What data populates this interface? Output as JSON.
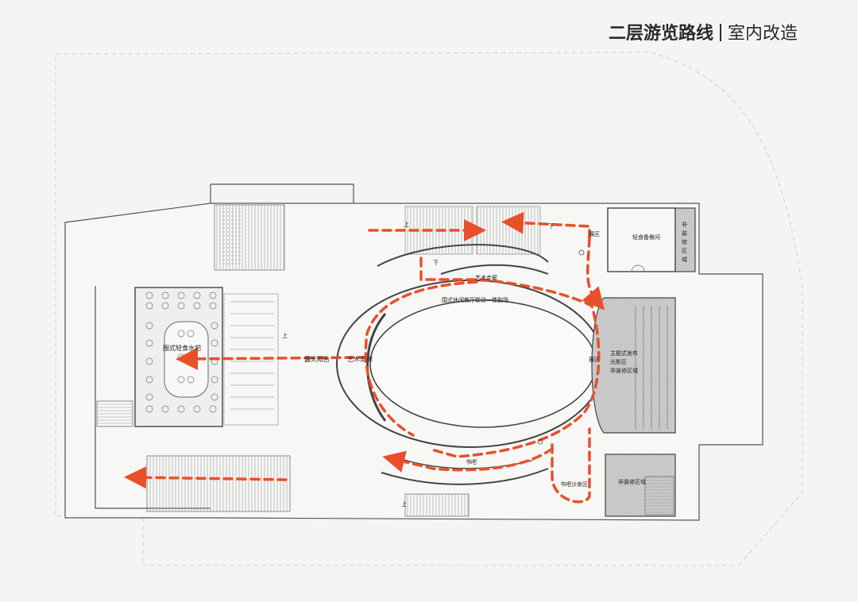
{
  "title": {
    "main": "二层游览路线",
    "sub": "室内改造"
  },
  "labels": {
    "light_food_bar": "围式轻食水吧",
    "open_terrace": "露天阳台",
    "art_corridor_left": "艺术走廊",
    "art_corridor_top": "艺术走廊",
    "lounge_restaurant": "围式休闲餐厅联动一楼剧场",
    "book_bar": "书吧",
    "book_bar_sofa": "书吧沙发区",
    "light_food_prep": "轻食备餐间",
    "non_decor_vertical": [
      "非",
      "装",
      "修",
      "区",
      "域"
    ],
    "non_decor_bottom": "非装修区域",
    "theme_hall": [
      "主题式发布",
      "光影区",
      "非装修区域"
    ],
    "exhibit_top": "展区",
    "exhibit_mid": "展区",
    "up": "上",
    "down": "下"
  },
  "colors": {
    "route": "#e8502a",
    "wall": "#555555",
    "hatch": "#bfbfbf"
  }
}
